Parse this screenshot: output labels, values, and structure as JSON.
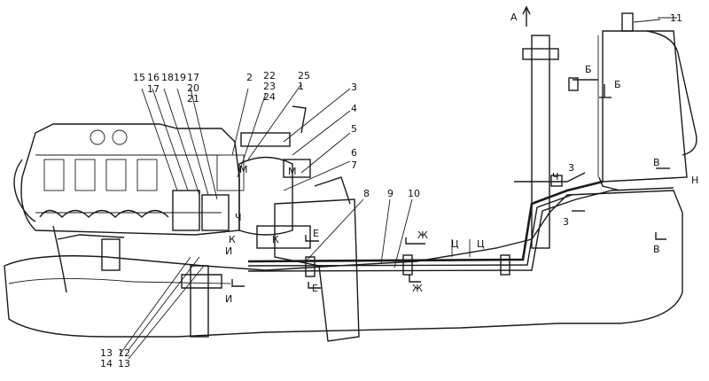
{
  "callouts": {
    "n1": "1",
    "n2": "2",
    "n3": "3",
    "n4": "4",
    "n5": "5",
    "n6": "6",
    "n7": "7",
    "n8": "8",
    "n9": "9",
    "n10": "10",
    "n11": "11",
    "n12": "12",
    "n13a": "13",
    "n13b": "13",
    "n14": "14",
    "n15": "15",
    "n16": "16",
    "n17a": "17",
    "n17b": "17",
    "n18": "18",
    "n19": "19",
    "n20": "20",
    "n21": "21",
    "n22": "22",
    "n23": "23",
    "n24": "24",
    "n25": "25"
  },
  "sections": {
    "a": "А",
    "b1": "Б",
    "b2": "Б",
    "v1": "В",
    "v2": "В",
    "zh1": "Ж",
    "zh2": "Ж",
    "e1": "Е",
    "e2": "Е",
    "i1": "И",
    "i2": "И",
    "k1": "К",
    "k2": "К",
    "m1": "М",
    "m2": "М",
    "ch1": "Ч",
    "ch2": "Ч",
    "ts1": "Ц",
    "ts2": "Ц",
    "n": "Н",
    "s3a": "3",
    "s3b": "3"
  }
}
